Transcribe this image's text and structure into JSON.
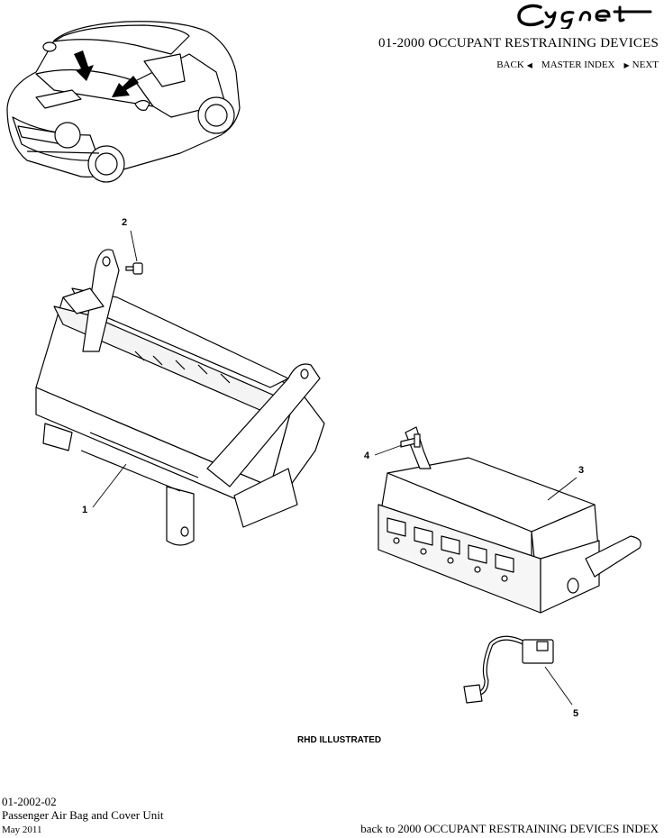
{
  "header": {
    "brand": "Cygnet",
    "section_title": "01-2000 OCCUPANT RESTRAINING DEVICES"
  },
  "nav": {
    "back": "BACK",
    "master_index": "MASTER INDEX",
    "next": "NEXT"
  },
  "callouts": [
    "1",
    "2",
    "3",
    "4",
    "5"
  ],
  "caption": "RHD ILLUSTRATED",
  "footer": {
    "code": "01-2002-02",
    "name": "Passenger Air Bag and Cover Unit",
    "date": "May 2011",
    "index_link": "back to 2000 OCCUPANT RESTRAINING DEVICES INDEX"
  }
}
